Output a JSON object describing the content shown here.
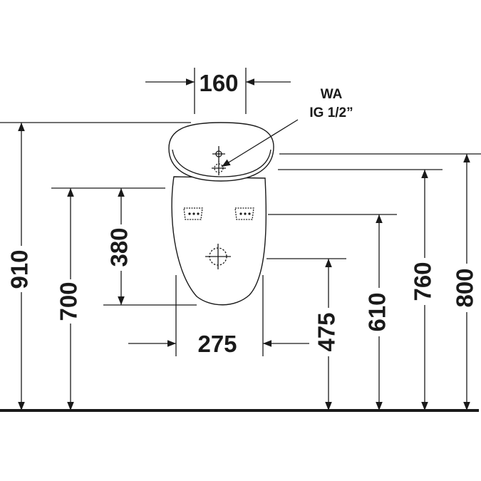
{
  "note": {
    "line1": "WA",
    "line2": "IG 1/2”"
  },
  "dimensions": {
    "width_top": "160",
    "width_bottom": "275",
    "height_total": "910",
    "height_left": "700",
    "height_inner": "380",
    "height_475": "475",
    "height_610": "610",
    "height_760": "760",
    "height_800": "800"
  },
  "colors": {
    "line": "#1a1a1a",
    "background": "#ffffff"
  }
}
